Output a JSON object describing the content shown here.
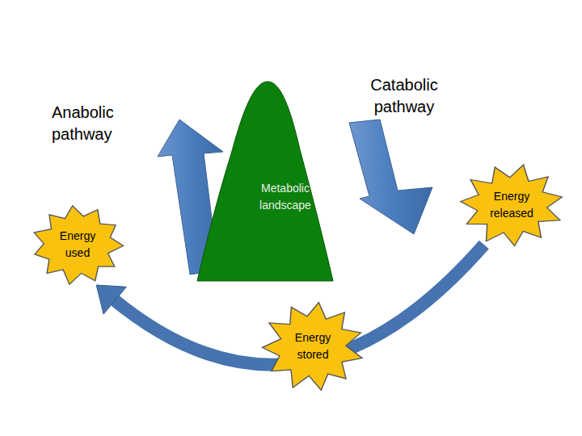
{
  "diagram": {
    "nodes": [
      {
        "text": [
          "Metabolic landscape"
        ]
      },
      {
        "text": [
          "Energy released"
        ]
      },
      {
        "text": [
          "Energy used"
        ]
      },
      {
        "text": [
          "Energy stored"
        ]
      }
    ],
    "edges": [
      {
        "from": 1,
        "to": 2,
        "arrow": "to"
      }
    ],
    "labels": [
      "Catabolic pathway",
      "Anabolic pathway"
    ]
  }
}
